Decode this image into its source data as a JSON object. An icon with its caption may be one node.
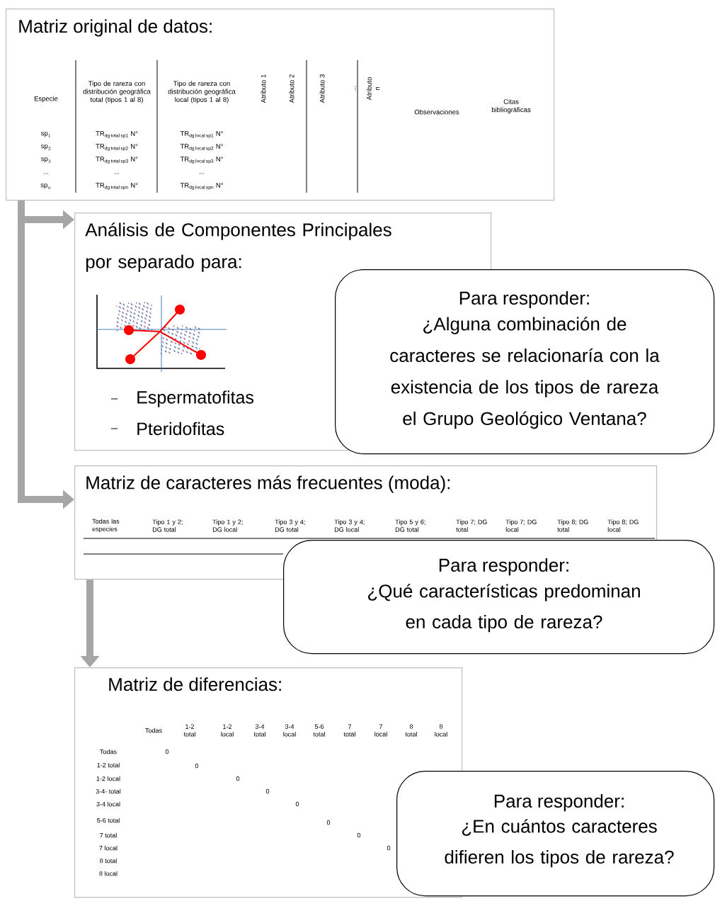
{
  "diagram": {
    "nodes": [
      {
        "text": [
          "Matriz original de datos:"
        ]
      },
      {
        "text": [
          "Análisis de Componentes Principales por separado para:",
          "Espermatofitas",
          "Pteridofitas"
        ]
      },
      {
        "text": [
          "Para responder:",
          "¿Alguna combinación de caracteres se relacionaría con la existencia de los tipos de rareza el Grupo Geológico Ventana?"
        ]
      },
      {
        "text": [
          "Matriz de caracteres más frecuentes (moda):"
        ]
      },
      {
        "text": [
          "Para responder:",
          "¿Qué características predominan en cada tipo de rareza?"
        ]
      },
      {
        "text": [
          "Matriz de diferencias:"
        ]
      },
      {
        "text": [
          "Para responder:",
          "¿En cuántos caracteres difieren los tipos de rareza?"
        ]
      }
    ],
    "edges": [
      {
        "from": 0,
        "to": 1,
        "arrow": "to"
      },
      {
        "from": 0,
        "to": 3,
        "arrow": "to"
      },
      {
        "from": 3,
        "to": 5,
        "arrow": "to"
      }
    ],
    "labels": [
      "Especie",
      "Tipo de rareza con distribución geográfica total (tipos 1 al 8)",
      "Tipo de rareza con distribución geográfica local (tipos 1 al 8)",
      "Atributo 1",
      "Atributo 2",
      "Atributo 3",
      "...",
      "Atributo n",
      "Observaciones",
      "Citas bibliográficas",
      "\\mathrm{sp}_{1}",
      "\\mathrm{TR}_{\\mathrm{dg\\,total\\,sp1}}\\textrm{ N°}",
      "\\mathrm{TR}_{\\mathrm{dg\\,local\\,sp1}}\\textrm{ N°}",
      "\\mathrm{sp}_{2}",
      "\\mathrm{TR}_{\\mathrm{dg\\,total\\,sp2}}\\textrm{ N°}",
      "\\mathrm{TR}_{\\mathrm{dg\\,local\\,sp2}}\\textrm{ N°}",
      "\\mathrm{sp}_{3}",
      "\\mathrm{TR}_{\\mathrm{dg\\,total\\,sp3}}\\textrm{ N°}",
      "\\mathrm{TR}_{\\mathrm{dg\\,local\\,sp3}}\\textrm{ N°}",
      "...",
      "...",
      "...",
      "\\mathrm{sp}_{n}",
      "\\mathrm{TR}_{\\mathrm{dg\\,total\\,spn}}\\textrm{ N°}",
      "\\mathrm{TR}_{\\mathrm{dg\\,local\\,spn}}\\textrm{ N°}",
      "Todas las especies",
      "Tipo 1 y 2; DG total",
      "Tipo 1 y 2; DG local",
      "Tipo 3 y 4; DG total",
      "Tipo 3 y 4; DG local",
      "Tipo 5 y 6; DG total",
      "Tipo 7; DG total",
      "Tipo 7; DG local",
      "Tipo 8; DG total",
      "Tipo 8; DG local",
      "Todas",
      "1-2 total",
      "1-2 local",
      "3-4 total",
      "3-4 local",
      "5-6 total",
      "7 total",
      "7 local",
      "8 total",
      "8 local",
      "Todas",
      "0",
      "1-2 total",
      "0",
      "1-2 local",
      "0",
      "3-4- total",
      "0",
      "3-4 local",
      "0",
      "5-6 total",
      "0",
      "7 total",
      "0",
      "7 local",
      "0",
      "8 total",
      "8 local"
    ]
  }
}
